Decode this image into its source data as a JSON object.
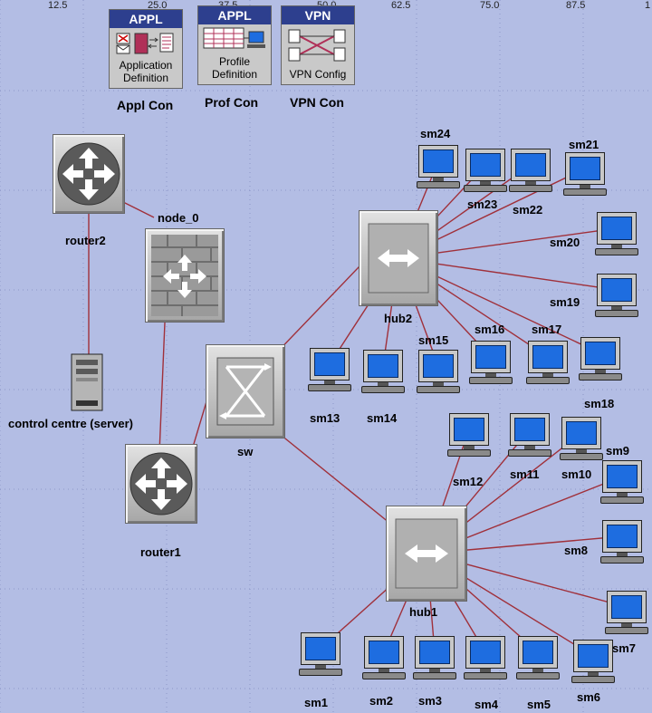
{
  "ruler_ticks": [
    "12.5",
    "25.0",
    "37.5",
    "50.0",
    "62.5",
    "75.0",
    "87.5",
    "1"
  ],
  "utilities": [
    {
      "header": "APPL",
      "line1": "Application",
      "line2": "Definition",
      "caption": "Appl Con"
    },
    {
      "header": "APPL",
      "line1": "Profile",
      "line2": "Definition",
      "caption": "Prof Con"
    },
    {
      "header": "VPN",
      "line1": "VPN Config",
      "line2": "",
      "caption": "VPN Con"
    }
  ],
  "nodes": {
    "router2": "router2",
    "router1": "router1",
    "firewall": "node_0",
    "server": "control centre (server)",
    "switch": "sw",
    "hub2": "hub2",
    "hub1": "hub1"
  },
  "workstations": [
    "sm1",
    "sm2",
    "sm3",
    "sm4",
    "sm5",
    "sm6",
    "sm7",
    "sm8",
    "sm9",
    "sm10",
    "sm11",
    "sm12",
    "sm13",
    "sm14",
    "sm15",
    "sm16",
    "sm17",
    "sm18",
    "sm19",
    "sm20",
    "sm21",
    "sm22",
    "sm23",
    "sm24"
  ],
  "colors": {
    "workspace": "#b3bde4",
    "link": "#a0303a",
    "grid": "#8c96c8",
    "utility_header": "#2d3f8e",
    "screen": "#1e6de0"
  }
}
